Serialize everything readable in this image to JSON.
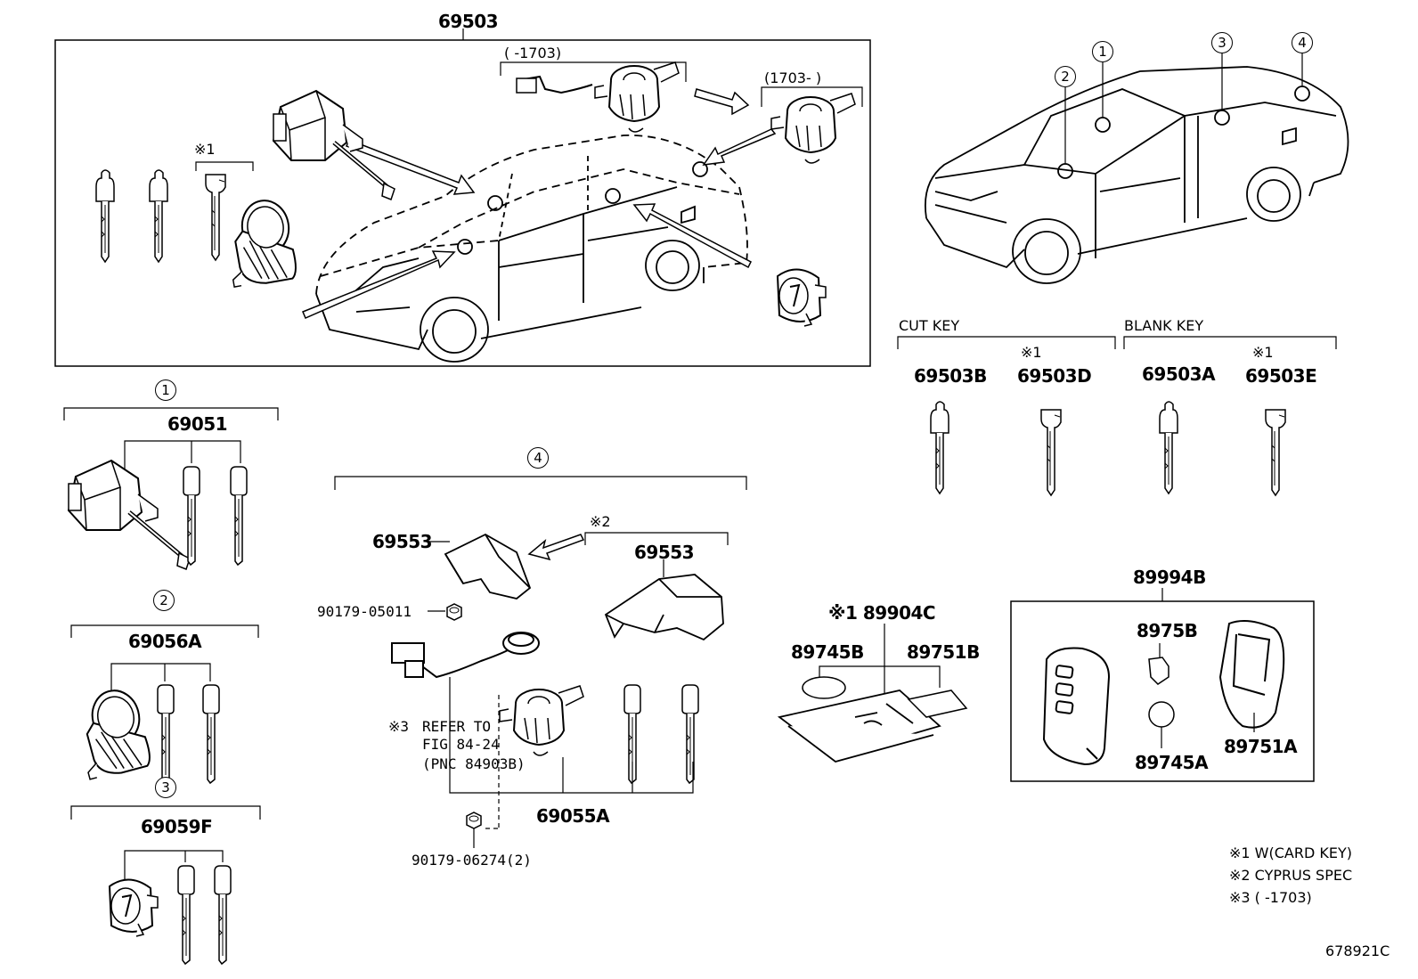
{
  "labels": {
    "main_assembly": "69503",
    "range_before": "(   -1703)",
    "range_after": "(1703-    )",
    "mark1_top": "※1",
    "cut_key": "CUT KEY",
    "blank_key": "BLANK KEY",
    "mark1_cut": "※1",
    "mark1_blank": "※1",
    "p69503B": "69503B",
    "p69503D": "69503D",
    "p69503A": "69503A",
    "p69503E": "69503E",
    "g1_part": "69051",
    "g2_part": "69056A",
    "g3_part": "69059F",
    "p69553_a": "69553",
    "mark2": "※2",
    "p69553_b": "69553",
    "bolt_a": "90179-05011",
    "refer_mark": "※3",
    "refer_line1": "REFER TO",
    "refer_line2": "FIG 84-24",
    "refer_line3": "(PNC 84903B)",
    "p69055A": "69055A",
    "bolt_b": "90179-06274(2)",
    "card_group": "※1 89904C",
    "p89745B": "89745B",
    "p89751B": "89751B",
    "p89994B": "89994B",
    "p8975B": "8975B",
    "p89745A": "89745A",
    "p89751A": "89751A",
    "note1": "※1 W(CARD KEY)",
    "note2": "※2 CYPRUS SPEC",
    "note3": "※3 (      -1703)",
    "ref_code": "678921C"
  },
  "circles": {
    "c1": "1",
    "c2": "2",
    "c3": "3",
    "c4": "4",
    "g1": "1",
    "g2": "2",
    "g3": "3",
    "g4": "4"
  },
  "icons": [
    "key-icon",
    "card-key-icon",
    "lock-cylinder-icon",
    "ignition-switch-icon",
    "smart-key-fob-icon",
    "battery-icon",
    "arrow-icon",
    "car-icon"
  ]
}
